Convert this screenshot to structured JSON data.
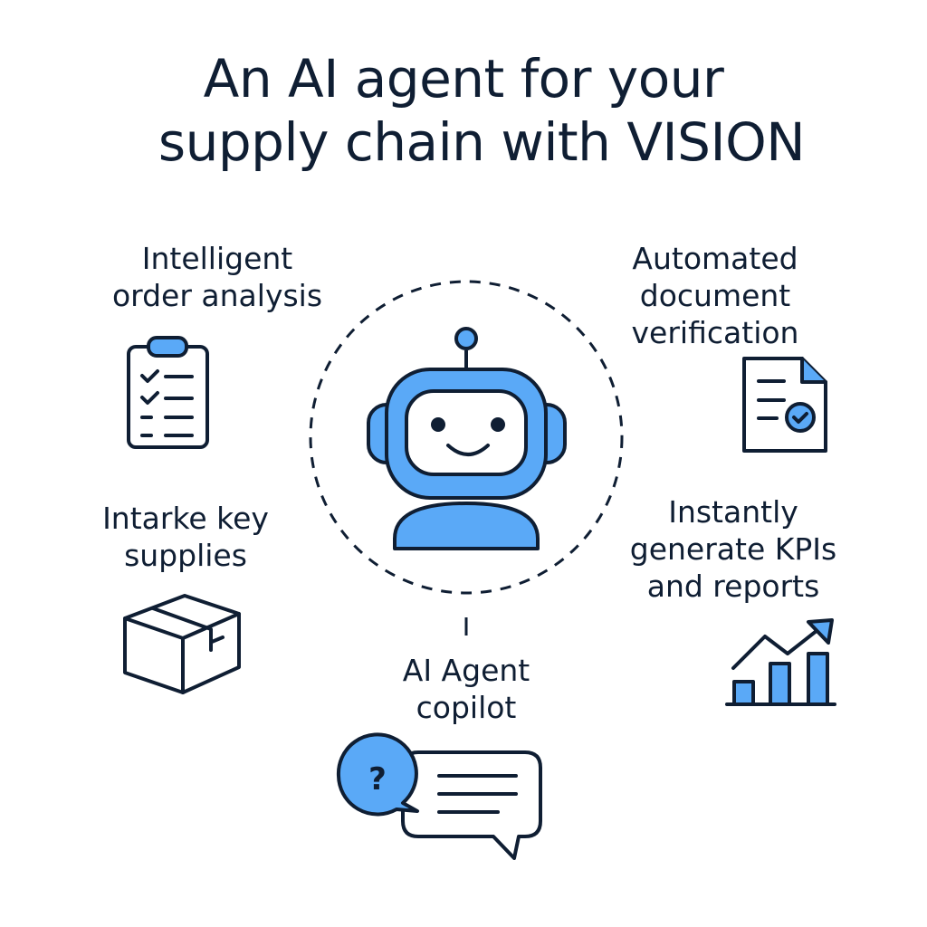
{
  "title": {
    "line1": "An AI agent for your",
    "line2": "supply chain with VISION"
  },
  "features": {
    "order_analysis": {
      "line1": "Intelligent",
      "line2": "order analysis",
      "icon": "clipboard-checklist-icon"
    },
    "document_verification": {
      "line1": "Automated",
      "line2": "document",
      "line3": "verification",
      "icon": "document-check-icon"
    },
    "key_supplies": {
      "line1": "Intarke key",
      "line2": "supplies",
      "icon": "box-icon"
    },
    "kpis_reports": {
      "line1": "Instantly",
      "line2": "generate KPIs",
      "line3": "and reports",
      "icon": "bar-chart-trend-icon"
    },
    "copilot": {
      "line1": "AI Agent",
      "line2": "copilot",
      "icon": "chat-question-icon"
    }
  },
  "center": {
    "icon": "robot-icon"
  },
  "colors": {
    "accent": "#5aa9f7",
    "stroke": "#0f1e33",
    "background": "#ffffff"
  }
}
